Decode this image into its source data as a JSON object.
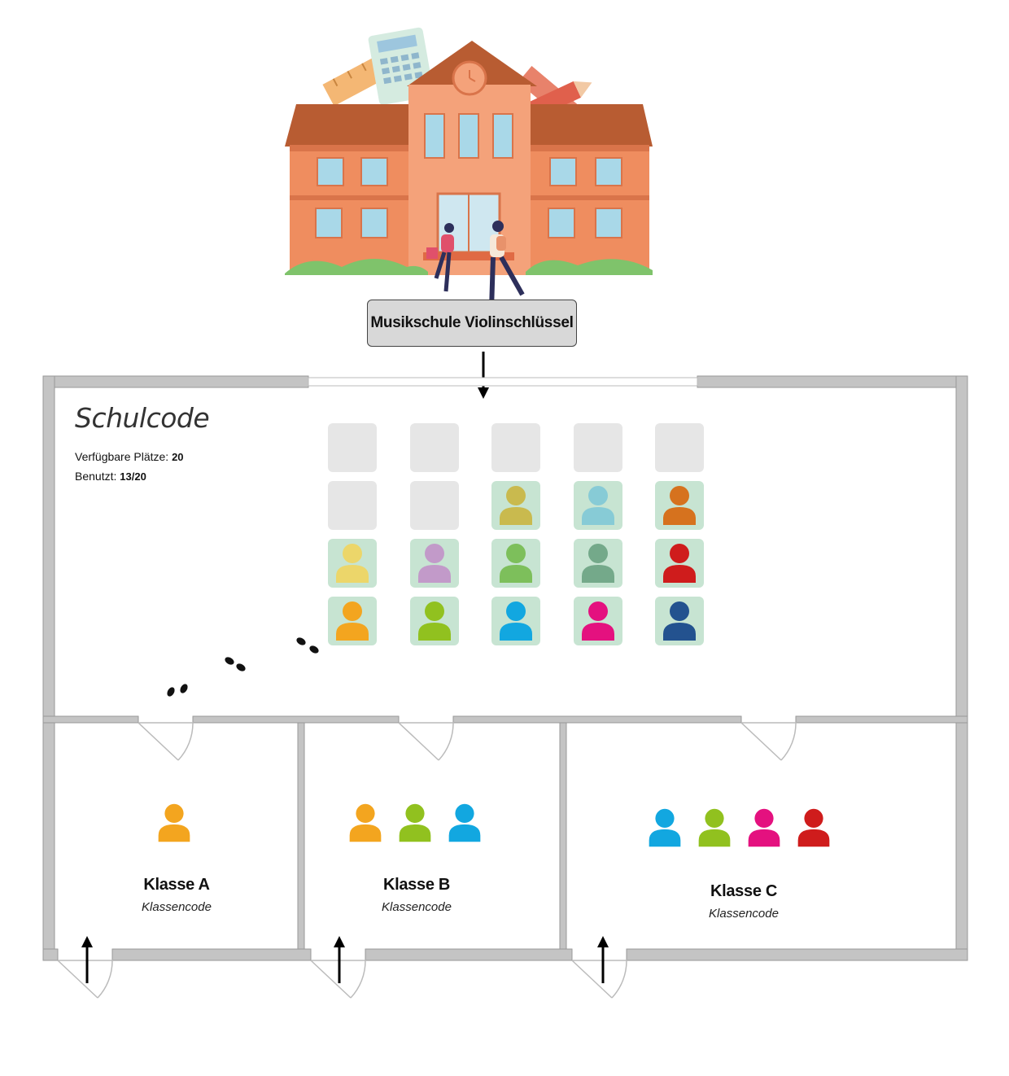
{
  "school": {
    "name": "Musikschule Violinschlüssel"
  },
  "hall": {
    "title": "Schulcode",
    "available_label": "Verfügbare Plätze:",
    "available_value": "20",
    "used_label": "Benutzt:",
    "used_value": "13/20",
    "seats": [
      {
        "taken": false
      },
      {
        "taken": false
      },
      {
        "taken": false
      },
      {
        "taken": false
      },
      {
        "taken": false
      },
      {
        "taken": false
      },
      {
        "taken": false
      },
      {
        "taken": true,
        "color": "#c9ba4e"
      },
      {
        "taken": true,
        "color": "#87cbd6"
      },
      {
        "taken": true,
        "color": "#d6721e"
      },
      {
        "taken": true,
        "color": "#ecd66a"
      },
      {
        "taken": true,
        "color": "#c29ac9"
      },
      {
        "taken": true,
        "color": "#7dbf5b"
      },
      {
        "taken": true,
        "color": "#74a98a"
      },
      {
        "taken": true,
        "color": "#cf1c1c"
      },
      {
        "taken": true,
        "color": "#f3a51f"
      },
      {
        "taken": true,
        "color": "#91c11f"
      },
      {
        "taken": true,
        "color": "#12a7e0"
      },
      {
        "taken": true,
        "color": "#e4117f"
      },
      {
        "taken": true,
        "color": "#23528f"
      }
    ]
  },
  "classes": [
    {
      "name": "Klasse A",
      "code": "Klassencode",
      "students": [
        "#f3a51f"
      ]
    },
    {
      "name": "Klasse B",
      "code": "Klassencode",
      "students": [
        "#f3a51f",
        "#91c11f",
        "#12a7e0"
      ]
    },
    {
      "name": "Klasse C",
      "code": "Klassencode",
      "students": [
        "#12a7e0",
        "#91c11f",
        "#e4117f",
        "#cf1c1c"
      ]
    }
  ]
}
